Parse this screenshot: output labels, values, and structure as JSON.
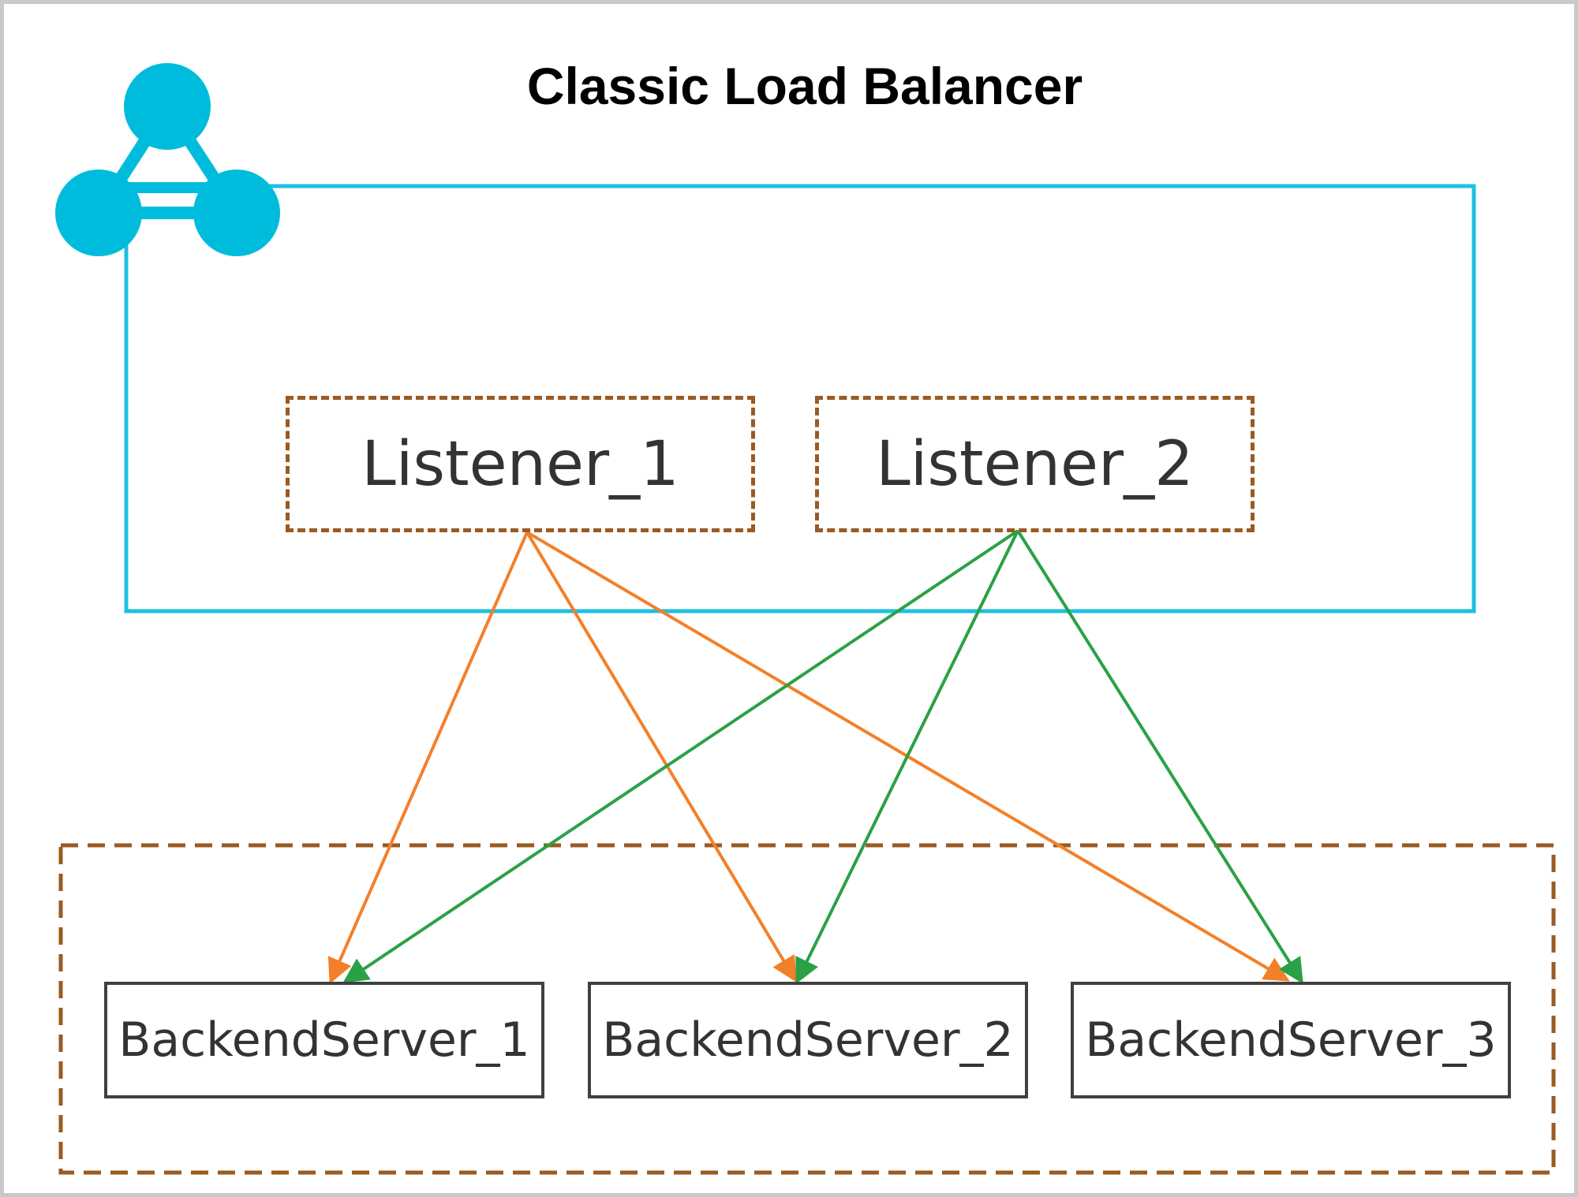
{
  "diagram": {
    "title": "Classic Load Balancer",
    "icon": "load-balancer-icon",
    "listeners": [
      {
        "label": "Listener_1",
        "color": "#f28029"
      },
      {
        "label": "Listener_2",
        "color": "#2aa146"
      }
    ],
    "servers": [
      {
        "label": "BackendServer_1"
      },
      {
        "label": "BackendServer_2"
      },
      {
        "label": "BackendServer_3"
      }
    ],
    "connections": [
      {
        "from": "Listener_1",
        "to": "BackendServer_1"
      },
      {
        "from": "Listener_1",
        "to": "BackendServer_2"
      },
      {
        "from": "Listener_1",
        "to": "BackendServer_3"
      },
      {
        "from": "Listener_2",
        "to": "BackendServer_1"
      },
      {
        "from": "Listener_2",
        "to": "BackendServer_2"
      },
      {
        "from": "Listener_2",
        "to": "BackendServer_3"
      }
    ],
    "colors": {
      "lb_border": "#1fbfe0",
      "icon": "#00bcdc",
      "dashed": "#9a5a22",
      "server_border": "#404040"
    }
  }
}
